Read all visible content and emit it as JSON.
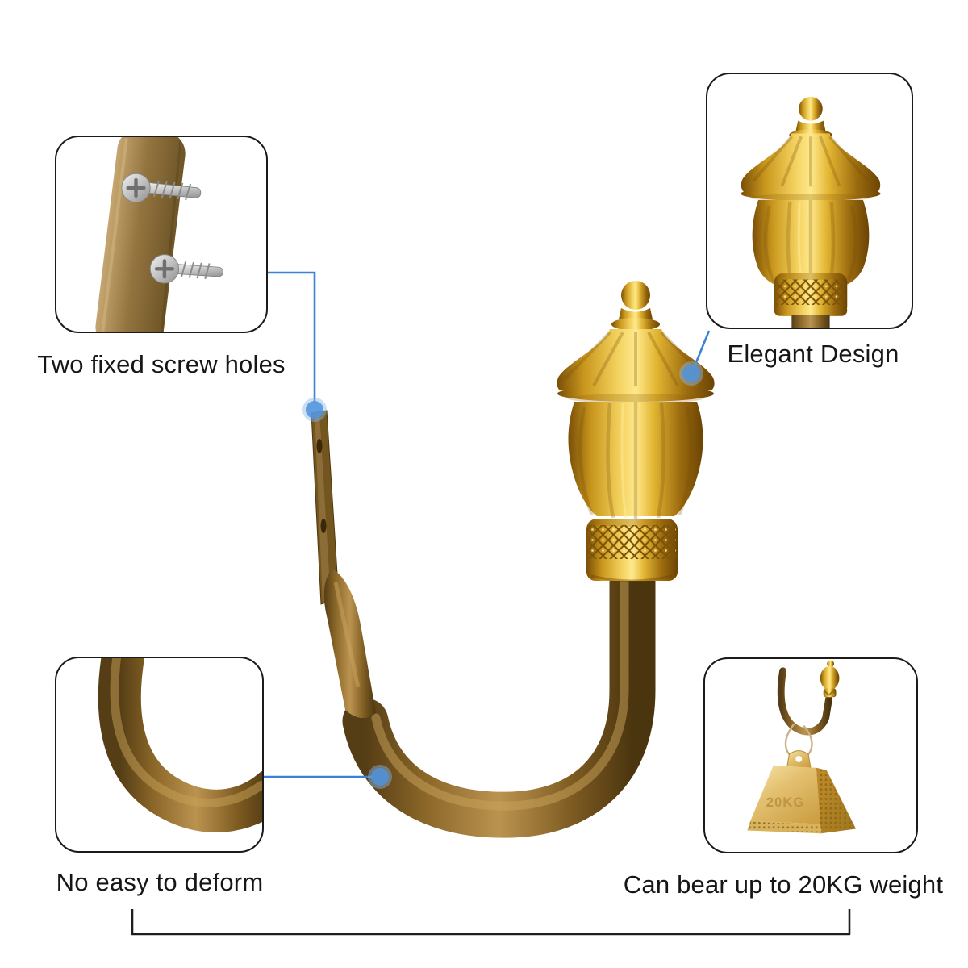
{
  "callouts": [
    {
      "id": "screw-holes",
      "label": "Two fixed screw holes"
    },
    {
      "id": "elegant-design",
      "label": "Elegant Design"
    },
    {
      "id": "no-deform",
      "label": "No easy to deform"
    },
    {
      "id": "bear-weight",
      "label": "Can bear up to 20KG weight"
    }
  ],
  "weight_badge": "20KG",
  "colors": {
    "background": "#ffffff",
    "outline": "#1a1a1a",
    "accent_blue": "#3b82d6",
    "marker_blue": "#4f93dc",
    "gold": "#d8a62a",
    "gold_highlight": "#ffe98c",
    "bronze": "#8a6529",
    "silver": "#c9c9c9"
  }
}
